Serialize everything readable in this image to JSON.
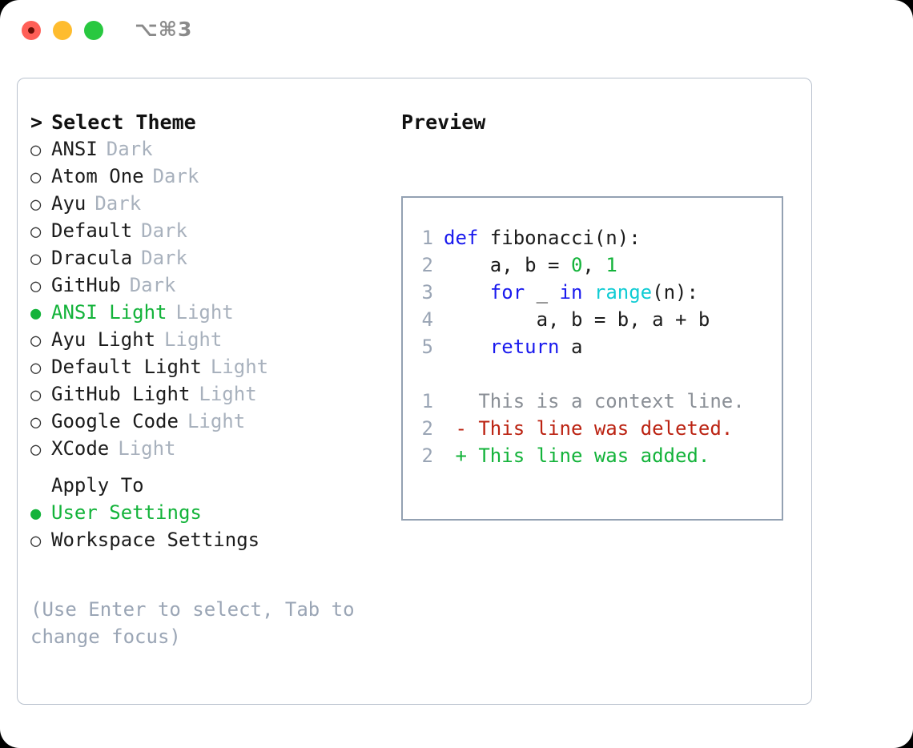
{
  "window": {
    "shortcut": "⌥⌘3",
    "traffic_lights": [
      {
        "name": "close",
        "color": "#ff5f57"
      },
      {
        "name": "minimize",
        "color": "#febc2e"
      },
      {
        "name": "zoom",
        "color": "#28c840"
      }
    ]
  },
  "theme_picker": {
    "header": "Select Theme",
    "caret": ">",
    "bullet_on": "●",
    "bullet_off": "○",
    "items": [
      {
        "name": "ANSI",
        "kind": "Dark",
        "selected": false
      },
      {
        "name": "Atom One",
        "kind": "Dark",
        "selected": false
      },
      {
        "name": "Ayu",
        "kind": "Dark",
        "selected": false
      },
      {
        "name": "Default",
        "kind": "Dark",
        "selected": false
      },
      {
        "name": "Dracula",
        "kind": "Dark",
        "selected": false
      },
      {
        "name": "GitHub",
        "kind": "Dark",
        "selected": false
      },
      {
        "name": "ANSI Light",
        "kind": "Light",
        "selected": true
      },
      {
        "name": "Ayu Light",
        "kind": "Light",
        "selected": false
      },
      {
        "name": "Default Light",
        "kind": "Light",
        "selected": false
      },
      {
        "name": "GitHub Light",
        "kind": "Light",
        "selected": false
      },
      {
        "name": "Google Code",
        "kind": "Light",
        "selected": false
      },
      {
        "name": "XCode",
        "kind": "Light",
        "selected": false
      }
    ]
  },
  "apply_to": {
    "header": "Apply To",
    "options": [
      {
        "label": "User Settings",
        "selected": true
      },
      {
        "label": "Workspace Settings",
        "selected": false
      }
    ]
  },
  "hint": "(Use Enter to select, Tab to change focus)",
  "preview": {
    "title": "Preview",
    "code_lines": [
      {
        "no": "1",
        "tokens": [
          {
            "t": "def",
            "c": "kw"
          },
          {
            "t": " fibonacci(n):",
            "c": "plain"
          }
        ]
      },
      {
        "no": "2",
        "tokens": [
          {
            "t": "    a, b = ",
            "c": "plain"
          },
          {
            "t": "0",
            "c": "num"
          },
          {
            "t": ", ",
            "c": "plain"
          },
          {
            "t": "1",
            "c": "num"
          }
        ]
      },
      {
        "no": "3",
        "tokens": [
          {
            "t": "    ",
            "c": "plain"
          },
          {
            "t": "for",
            "c": "kw"
          },
          {
            "t": " _ ",
            "c": "plain"
          },
          {
            "t": "in",
            "c": "kw"
          },
          {
            "t": " ",
            "c": "plain"
          },
          {
            "t": "range",
            "c": "fn"
          },
          {
            "t": "(n):",
            "c": "plain"
          }
        ]
      },
      {
        "no": "4",
        "tokens": [
          {
            "t": "        a, b = b, a + b",
            "c": "plain"
          }
        ]
      },
      {
        "no": "5",
        "tokens": [
          {
            "t": "    ",
            "c": "plain"
          },
          {
            "t": "return",
            "c": "kw"
          },
          {
            "t": " a",
            "c": "plain"
          }
        ]
      }
    ],
    "diff_lines": [
      {
        "no": "1",
        "marker": " ",
        "text": " This is a context line.",
        "type": "context"
      },
      {
        "no": "2",
        "marker": "-",
        "text": " This line was deleted.",
        "type": "del"
      },
      {
        "no": "2",
        "marker": "+",
        "text": " This line was added.",
        "type": "add"
      }
    ]
  },
  "colors": {
    "accent_green": "#13b33a",
    "keyword_blue": "#1a1aee",
    "function_cyan": "#11ccd4",
    "diff_removed": "#bb2211",
    "muted": "#a8b1bd",
    "border": "#93a1b2"
  }
}
